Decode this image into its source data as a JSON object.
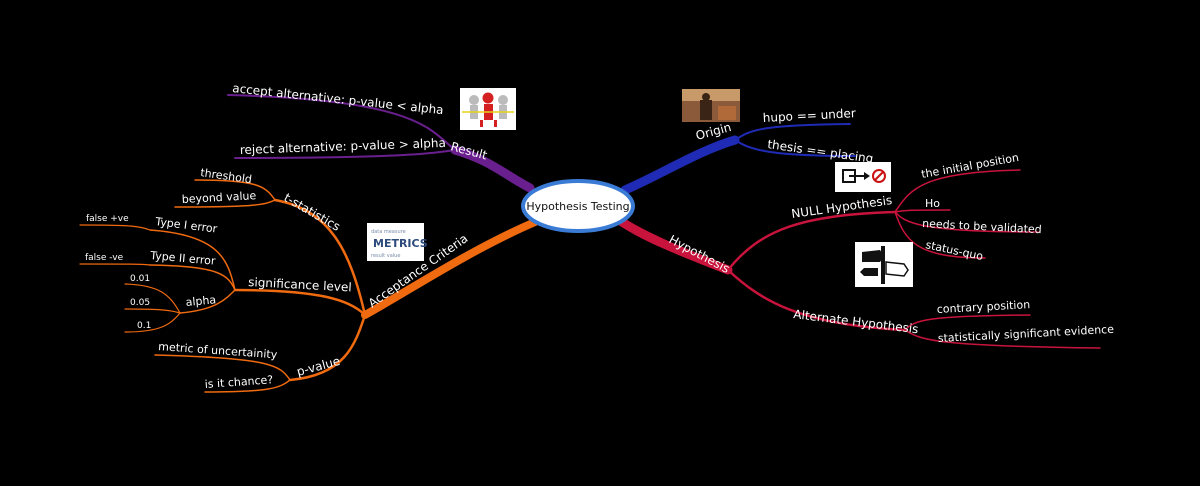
{
  "center": {
    "label": "Hypothesis Testing"
  },
  "colors": {
    "background": "#000000",
    "result": "#6a1f8e",
    "origin": "#1f2bb5",
    "hypothesis": "#c8143c",
    "acceptance": "#f06a10",
    "center_ring": "#3a7bd5"
  },
  "result": {
    "label": "Result",
    "items": [
      "accept alternative: p-value < alpha",
      "reject alternative: p-value > alpha"
    ],
    "image_icon": "people-running-icon"
  },
  "origin": {
    "label": "Origin",
    "items": [
      "hupo == under",
      "thesis == placing"
    ],
    "image_icon": "photo-thumbnail-icon"
  },
  "hypothesis": {
    "label": "Hypothesis",
    "null": {
      "label": "NULL Hypothesis",
      "items": [
        "the initial position",
        "Ho",
        "needs to be validated",
        "status-quo"
      ],
      "image_icon": "action-prohibited-icon"
    },
    "alternate": {
      "label": "Alternate Hypothesis",
      "items": [
        "contrary position",
        "statistically significant evidence"
      ],
      "image_icon": "signpost-icon"
    }
  },
  "acceptance": {
    "label": "Acceptance Criteria",
    "image_icon": "metrics-wordcloud-icon",
    "image_text": "METRICS",
    "t_statistics": {
      "label": "t-statistics",
      "items": [
        "threshold",
        "beyond value"
      ]
    },
    "significance": {
      "label": "significance level",
      "type1": {
        "label": "Type I error",
        "detail": "false +ve"
      },
      "type2": {
        "label": "Type II error",
        "detail": "false -ve"
      },
      "alpha": {
        "label": "alpha",
        "values": [
          "0.01",
          "0.05",
          "0.1"
        ]
      }
    },
    "p_value": {
      "label": "p-value",
      "items": [
        "metric of uncertainity",
        "is it chance?"
      ]
    }
  }
}
